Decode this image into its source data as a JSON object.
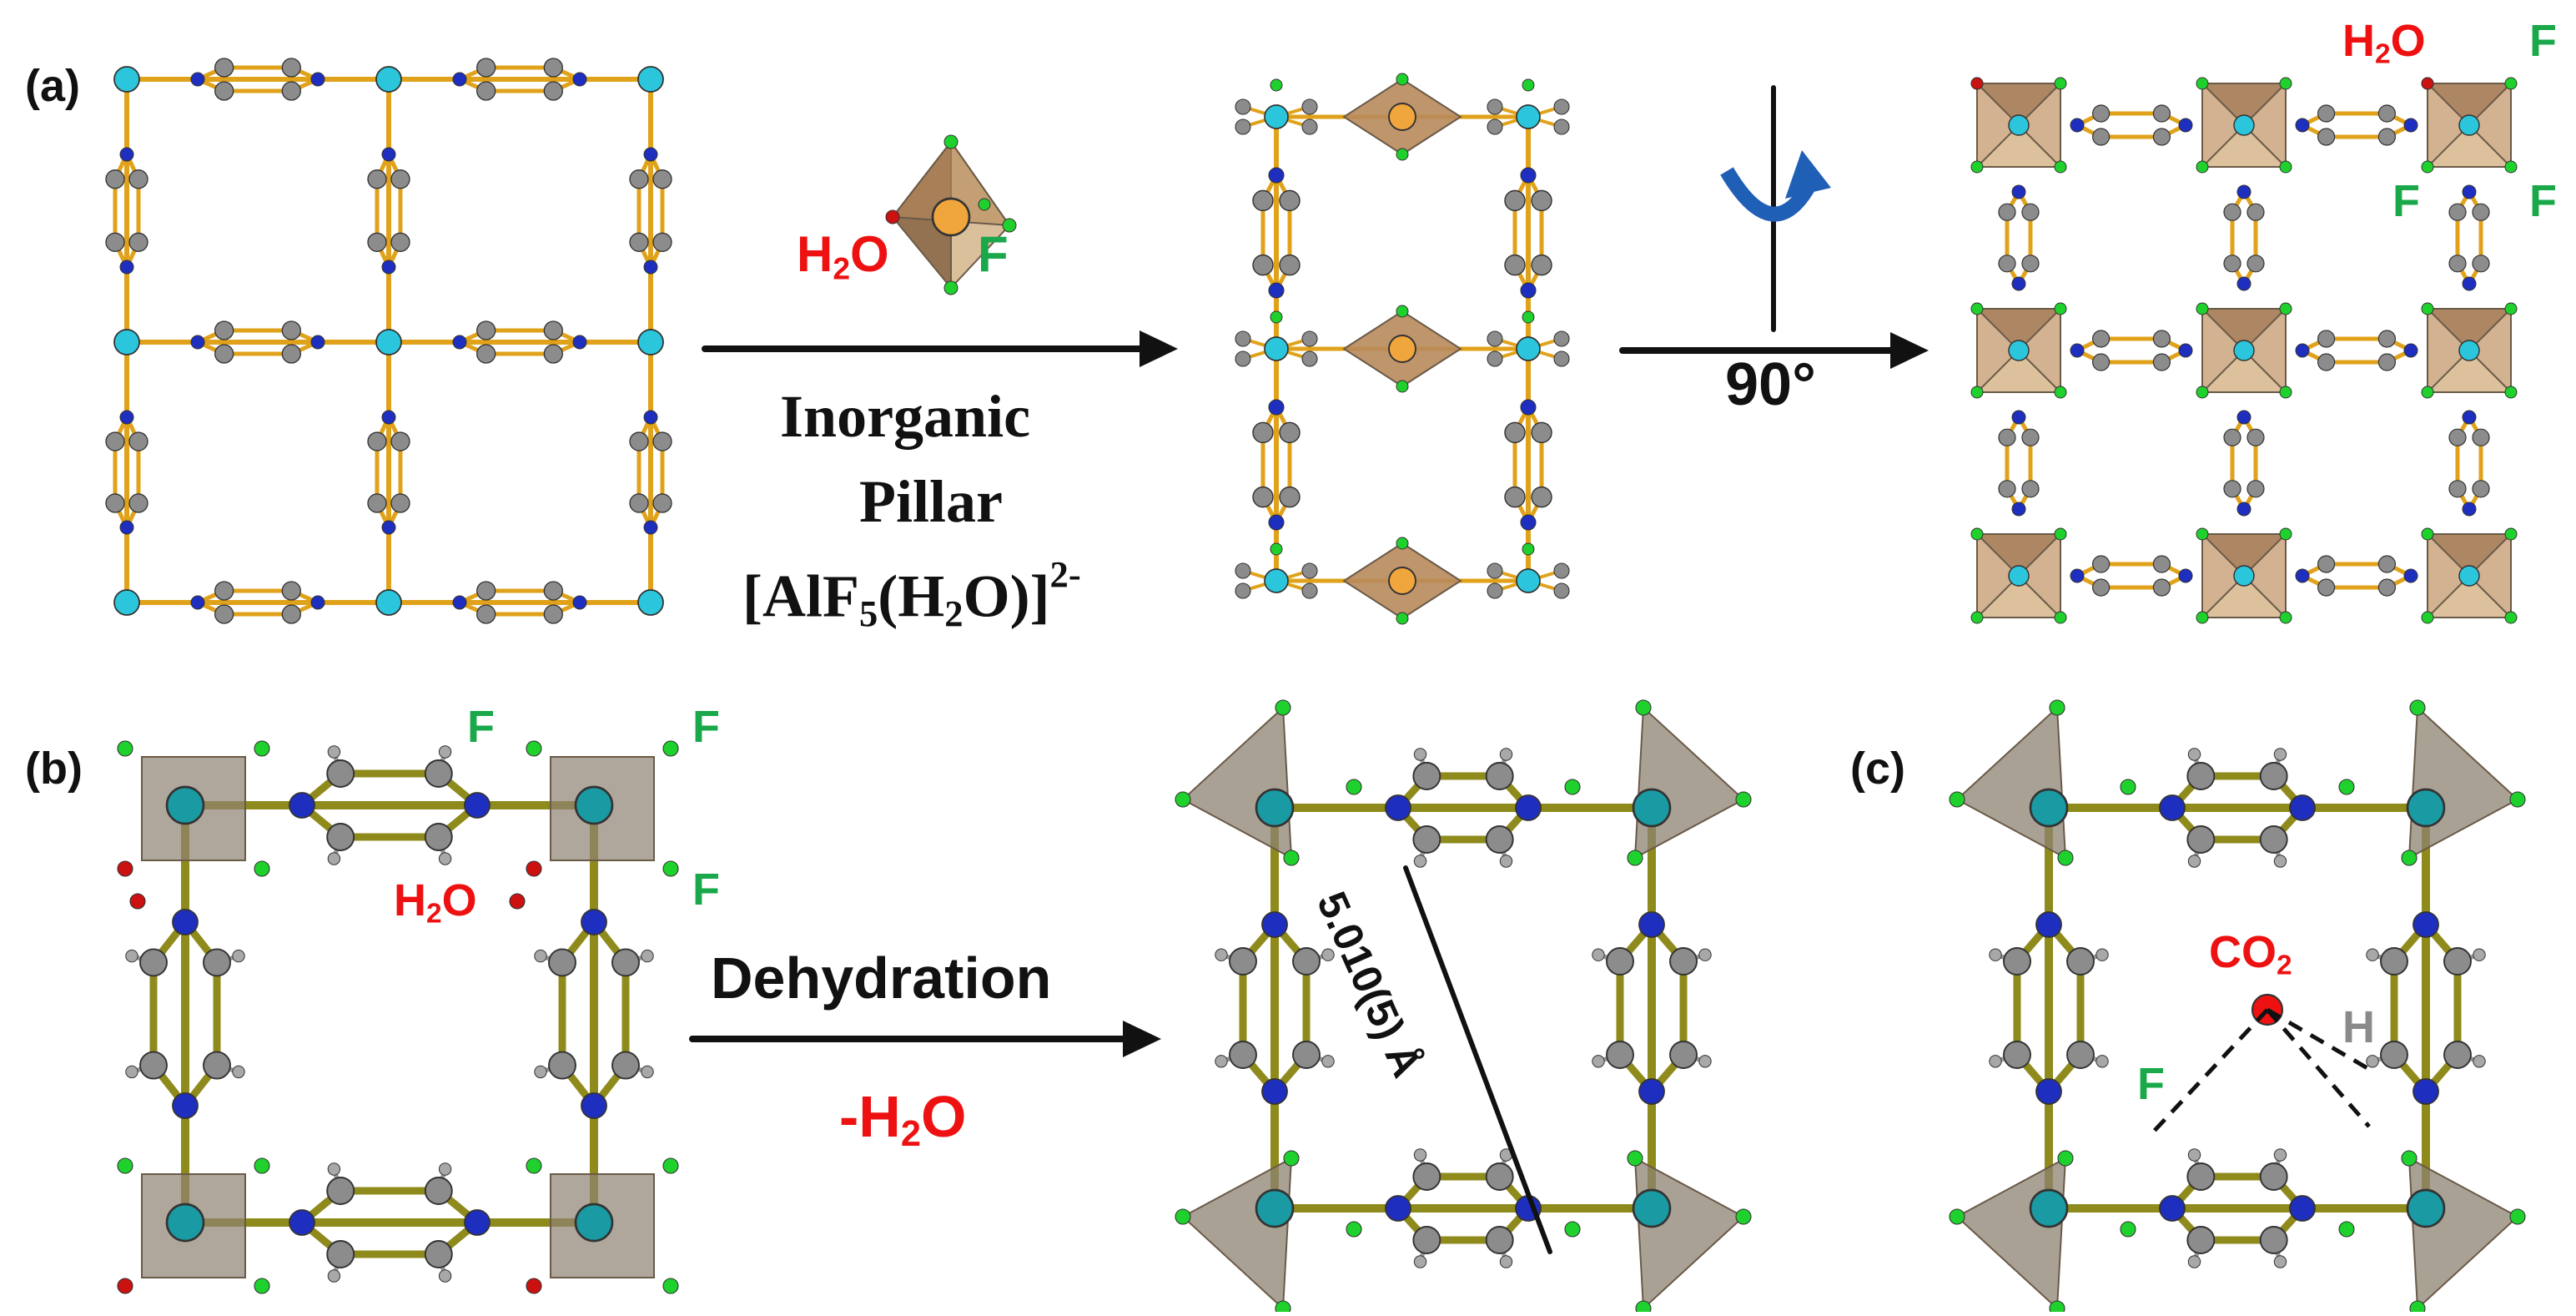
{
  "panels": {
    "a": "(a)",
    "b": "(b)",
    "c": "(c)"
  },
  "reagent": {
    "line1": "Inorganic",
    "line2": "Pillar",
    "formula_pre": "[AlF",
    "formula_s1": "5",
    "formula_mid": "(H",
    "formula_s2": "2",
    "formula_post": "O)]",
    "formula_charge": "2-"
  },
  "rotation": {
    "angle": "90°"
  },
  "process": {
    "name": "Dehydration",
    "minus": "-H",
    "sub": "2",
    "o": "O"
  },
  "atoms": {
    "h2o_main": "H",
    "h2o_sub": "2",
    "h2o_o": "O",
    "F": "F",
    "H": "H",
    "co2_main": "CO",
    "co2_sub": "2"
  },
  "measure": {
    "distance": "5.010(5) Å"
  },
  "colors": {
    "metal": "#2bc6dc",
    "metal_b": "#1a9aa3",
    "nitrogen": "#1e2fbf",
    "carbon": "#8c8c8c",
    "bond_a": "#e0a21a",
    "bond_b": "#8f8a1c",
    "fluorine": "#1fd12c",
    "oxygen": "#cc1111",
    "octahedron": "#b8895c",
    "polyhedron_grey": "#8e8272",
    "arrow": "#111111"
  },
  "icons": [
    "rotation-arrow-icon",
    "reaction-arrow-icon"
  ]
}
